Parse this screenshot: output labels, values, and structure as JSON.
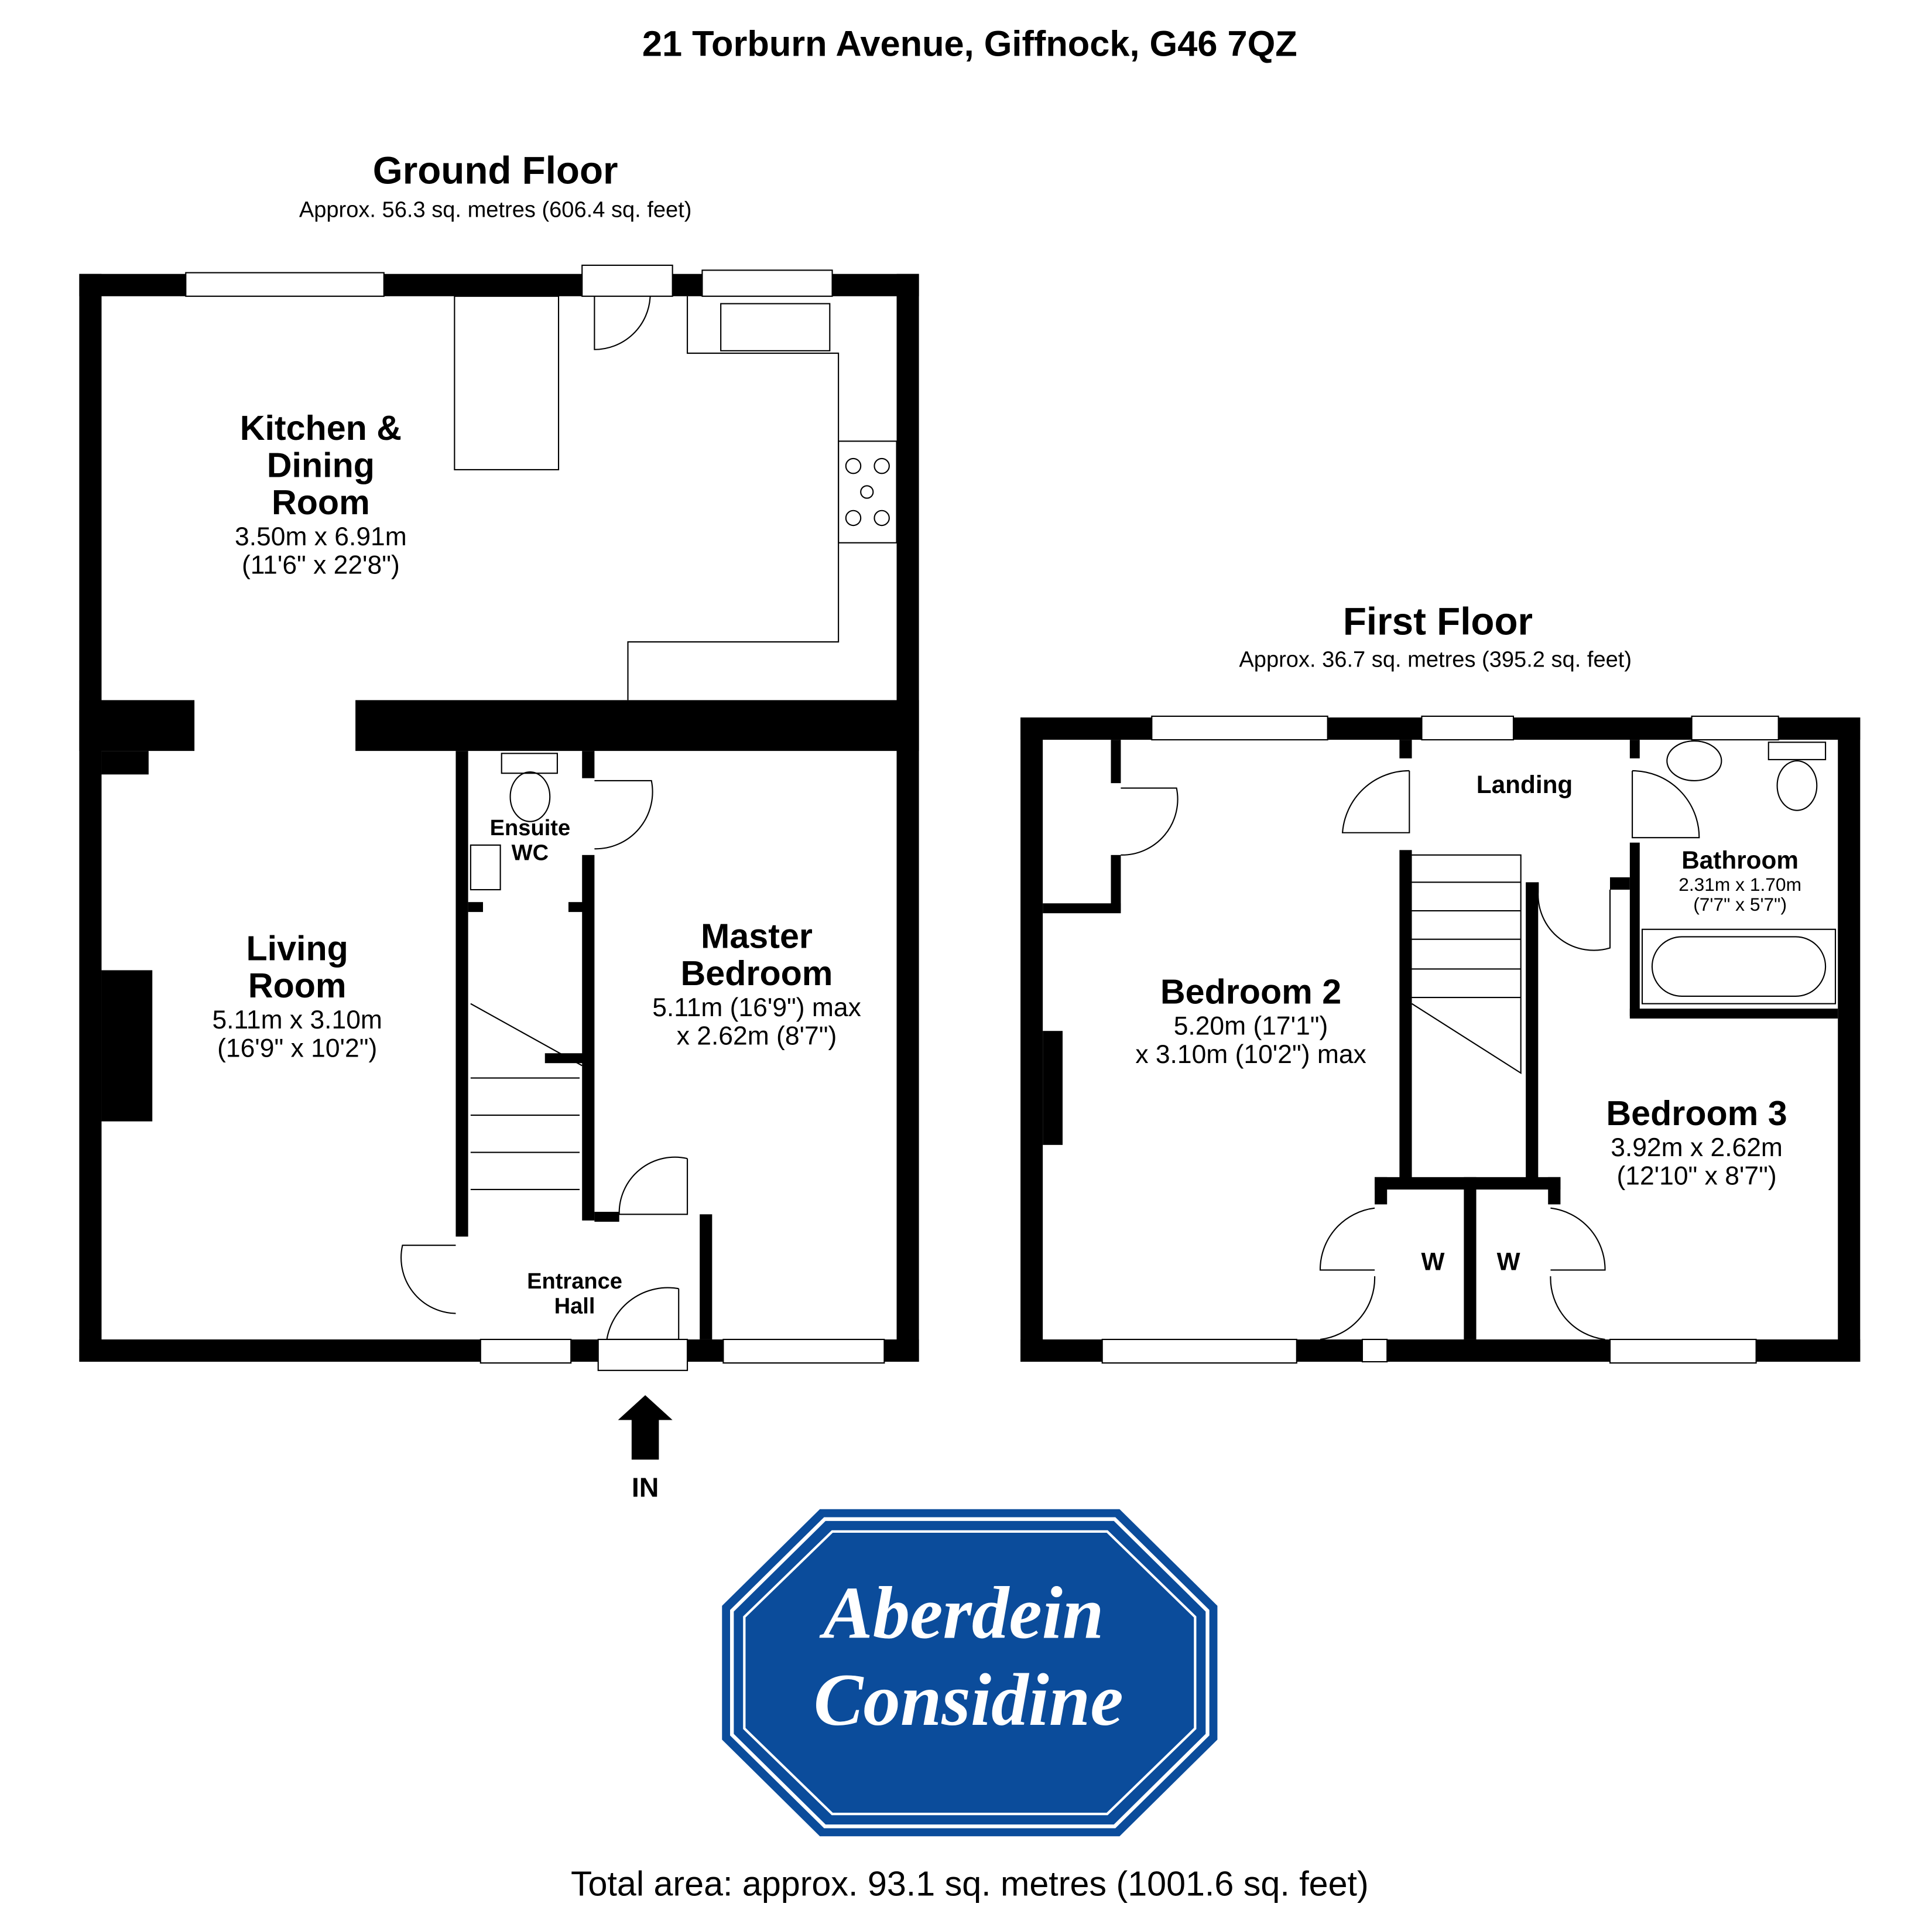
{
  "title": "21 Torburn Avenue, Giffnock, G46 7QZ",
  "ground_floor": {
    "heading": "Ground Floor",
    "area": "Approx. 56.3 sq. metres (606.4 sq. feet)",
    "rooms": {
      "kitchen": {
        "name1": "Kitchen &",
        "name2": "Dining",
        "name3": "Room",
        "dim1": "3.50m x 6.91m",
        "dim2": "(11'6\" x 22'8\")"
      },
      "living": {
        "name1": "Living",
        "name2": "Room",
        "dim1": "5.11m x 3.10m",
        "dim2": "(16'9\" x 10'2\")"
      },
      "ensuite": {
        "name1": "Ensuite",
        "name2": "WC"
      },
      "master": {
        "name1": "Master",
        "name2": "Bedroom",
        "dim1": "5.11m (16'9\") max",
        "dim2": "x 2.62m (8'7\")"
      },
      "hall": {
        "name1": "Entrance",
        "name2": "Hall"
      }
    },
    "entrance_label": "IN"
  },
  "first_floor": {
    "heading": "First Floor",
    "area": "Approx. 36.7 sq. metres (395.2 sq. feet)",
    "rooms": {
      "landing": {
        "name1": "Landing"
      },
      "bathroom": {
        "name1": "Bathroom",
        "dim1": "2.31m x 1.70m",
        "dim2": "(7'7\" x 5'7\")"
      },
      "bedroom2": {
        "name1": "Bedroom 2",
        "dim1": "5.20m (17'1\")",
        "dim2": "x 3.10m (10'2\") max"
      },
      "bedroom3": {
        "name1": "Bedroom 3",
        "dim1": "3.92m x 2.62m",
        "dim2": "(12'10\" x 8'7\")"
      },
      "wardrobe1": {
        "name1": "W"
      },
      "wardrobe2": {
        "name1": "W"
      }
    }
  },
  "logo": {
    "line1": "Aberdein",
    "line2": "Considine",
    "color": "#0b4c9b"
  },
  "total_area": "Total area: approx. 93.1 sq. metres (1001.6 sq. feet)"
}
